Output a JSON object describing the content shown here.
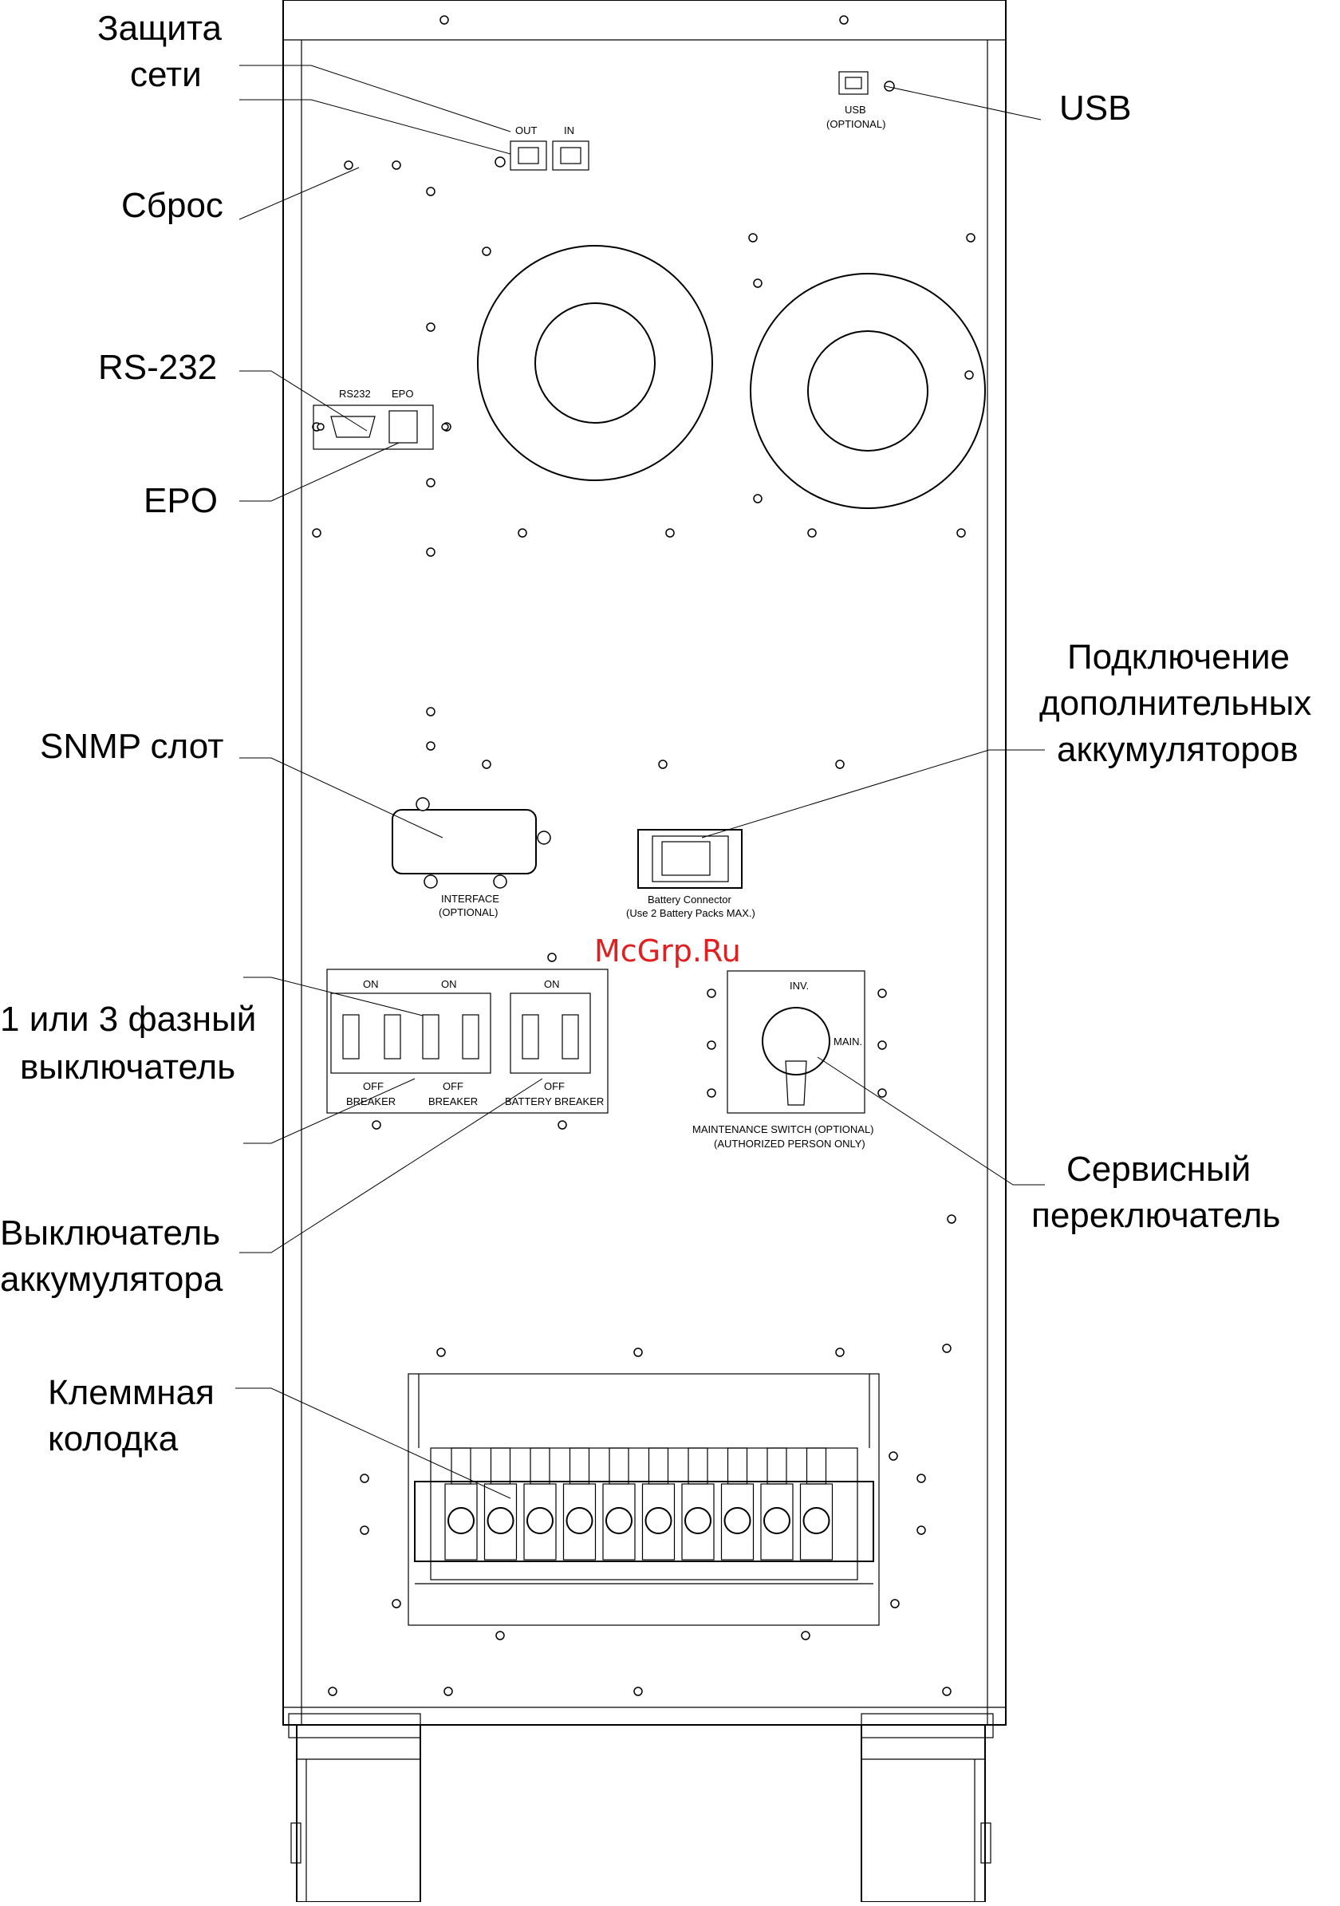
{
  "callouts": {
    "network_protection_1": "Защита",
    "network_protection_2": "сети",
    "usb": "USB",
    "reset": "Сброс",
    "rs232": "RS-232",
    "epo": "EPO",
    "battery_conn_1": "Подключение",
    "battery_conn_2": "дополнительных",
    "battery_conn_3": "аккумуляторов",
    "snmp": "SNMP слот",
    "phase_breaker_1": "1 или 3 фазный",
    "phase_breaker_2": "выключатель",
    "battery_breaker_1": "Выключатель",
    "battery_breaker_2": "аккумулятора",
    "service_switch_1": "Сервисный",
    "service_switch_2": "переключатель",
    "terminal_1": "Клеммная",
    "terminal_2": "колодка"
  },
  "panel": {
    "out": "OUT",
    "in": "IN",
    "usb": "USB",
    "usb_optional": "(OPTIONAL)",
    "rs232": "RS232",
    "epo": "EPO",
    "interface": "INTERFACE",
    "interface_optional": "(OPTIONAL)",
    "battery_connector_1": "Battery Connector",
    "battery_connector_2": "(Use 2 Battery Packs MAX.)",
    "on_1": "ON",
    "on_2": "ON",
    "on_3": "ON",
    "off_1": "OFF",
    "off_2": "OFF",
    "off_3": "OFF",
    "breaker_1": "BREAKER",
    "breaker_2": "BREAKER",
    "battery_breaker": "BATTERY BREAKER",
    "inv": "INV.",
    "main": "MAIN.",
    "maint_1": "MAINTENANCE SWITCH (OPTIONAL)",
    "maint_2": "(AUTHORIZED PERSON ONLY)"
  },
  "watermark": "McGrp.Ru"
}
